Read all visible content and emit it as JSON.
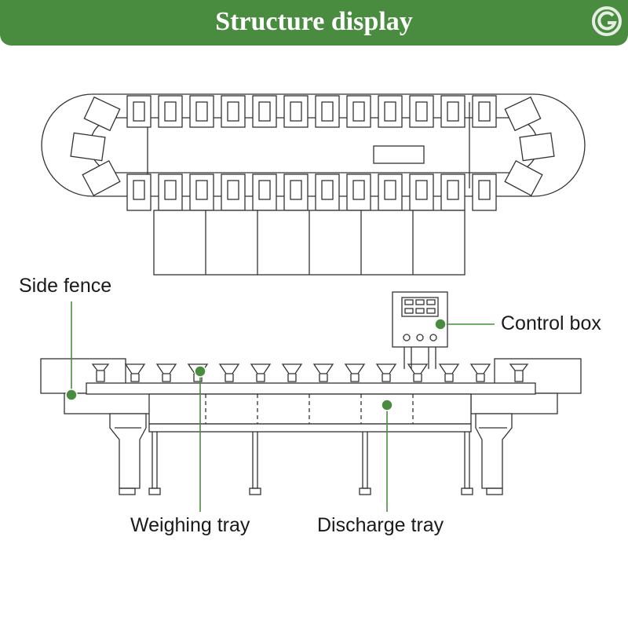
{
  "header": {
    "title": "Structure display",
    "banner_color": "#4a8c3f",
    "logo_icon": "company-logo-icon"
  },
  "callouts": {
    "side_fence": "Side fence",
    "control_box": "Control box",
    "weighing_tray": "Weighing tray",
    "discharge_tray": "Discharge tray"
  },
  "colors": {
    "line": "#333333",
    "callout": "#4a8c3f"
  }
}
